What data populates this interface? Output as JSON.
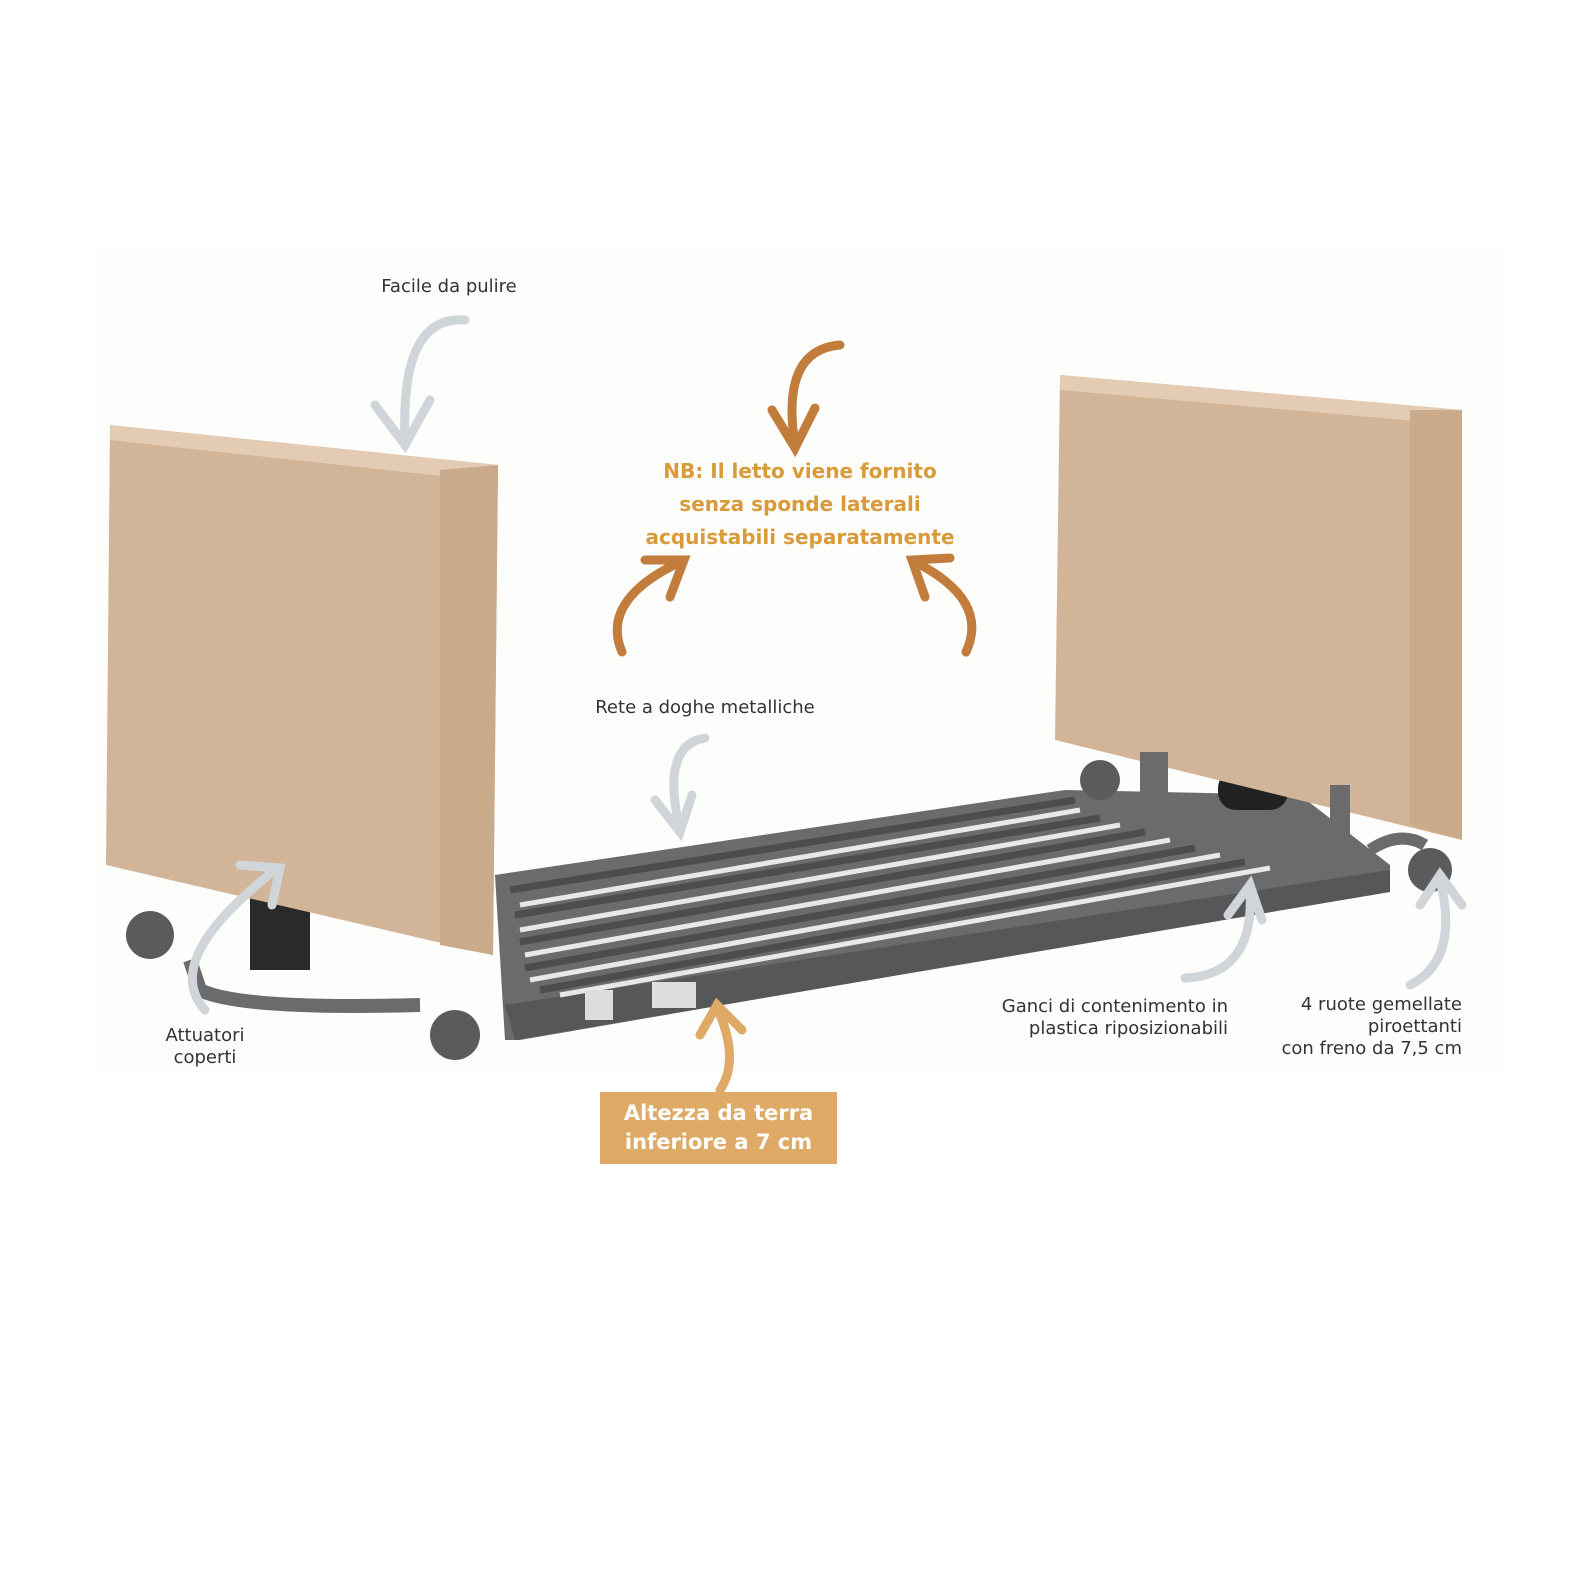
{
  "callouts": {
    "clean": "Facile da pulire",
    "slats": "Rete a doghe metalliche",
    "actuators": [
      "Attuatori",
      "coperti"
    ],
    "hooks": [
      "Ganci di contenimento in",
      "plastica riposizionabili"
    ],
    "wheels": [
      "4 ruote gemellate",
      "piroettanti",
      "con freno da 7,5 cm"
    ]
  },
  "note": {
    "prefix": "NB:",
    "lines": [
      "Il letto viene fornito",
      "senza sponde laterali",
      "acquistabili separatamente"
    ]
  },
  "badge": [
    "Altezza da terra",
    "inferiore a 7 cm"
  ],
  "colors": {
    "panel": "#d2b598",
    "frame": "#6b6a6c",
    "accent": "#d99a3a",
    "arrow_orange": "#c27c3c",
    "arrow_gray": "#cfd5d9",
    "badge": "#deaa66"
  }
}
